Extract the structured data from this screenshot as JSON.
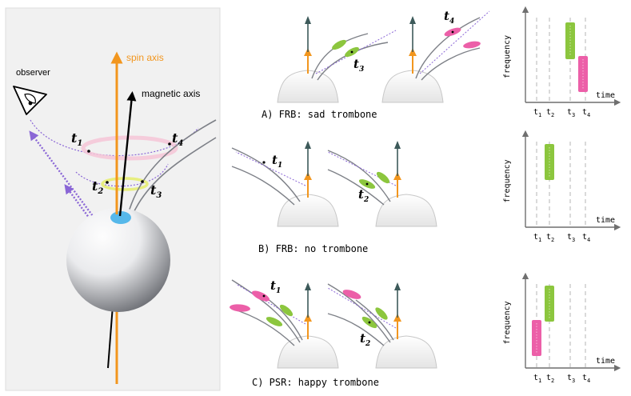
{
  "left_panel": {
    "spin_axis_label": "spin axis",
    "magnetic_axis_label": "magnetic axis",
    "observer_label": "observer",
    "t1": "t",
    "t1_sub": "1",
    "t2": "t",
    "t2_sub": "2",
    "t3": "t",
    "t3_sub": "3",
    "t4": "t",
    "t4_sub": "4"
  },
  "rows": [
    {
      "caption": "A) FRB: sad trombone",
      "labels": [
        {
          "t": "t",
          "sub": "3"
        },
        {
          "t": "t",
          "sub": "4"
        }
      ],
      "plot": {
        "ylabel": "frequency",
        "xlabel": "time",
        "ticks": [
          {
            "t": "t",
            "sub": "1"
          },
          {
            "t": "t",
            "sub": "2"
          },
          {
            "t": "t",
            "sub": "3"
          },
          {
            "t": "t",
            "sub": "4"
          }
        ]
      }
    },
    {
      "caption": "B) FRB: no trombone",
      "labels": [
        {
          "t": "t",
          "sub": "1"
        },
        {
          "t": "t",
          "sub": "2"
        }
      ],
      "plot": {
        "ylabel": "frequency",
        "xlabel": "time",
        "ticks": [
          {
            "t": "t",
            "sub": "1"
          },
          {
            "t": "t",
            "sub": "2"
          },
          {
            "t": "t",
            "sub": "3"
          },
          {
            "t": "t",
            "sub": "4"
          }
        ]
      }
    },
    {
      "caption": "C) PSR: happy trombone",
      "labels": [
        {
          "t": "t",
          "sub": "1"
        },
        {
          "t": "t",
          "sub": "2"
        }
      ],
      "plot": {
        "ylabel": "frequency",
        "xlabel": "time",
        "ticks": [
          {
            "t": "t",
            "sub": "1"
          },
          {
            "t": "t",
            "sub": "2"
          },
          {
            "t": "t",
            "sub": "3"
          },
          {
            "t": "t",
            "sub": "4"
          }
        ]
      }
    }
  ],
  "colors": {
    "spin": "#f2961e",
    "green": "#8cc63e",
    "pink": "#ec5fa8",
    "purple": "#8a66d6",
    "fieldline": "#7d8087",
    "arrow_dark": "#3d5a5a",
    "panel_bg": "#f1f1f1"
  }
}
